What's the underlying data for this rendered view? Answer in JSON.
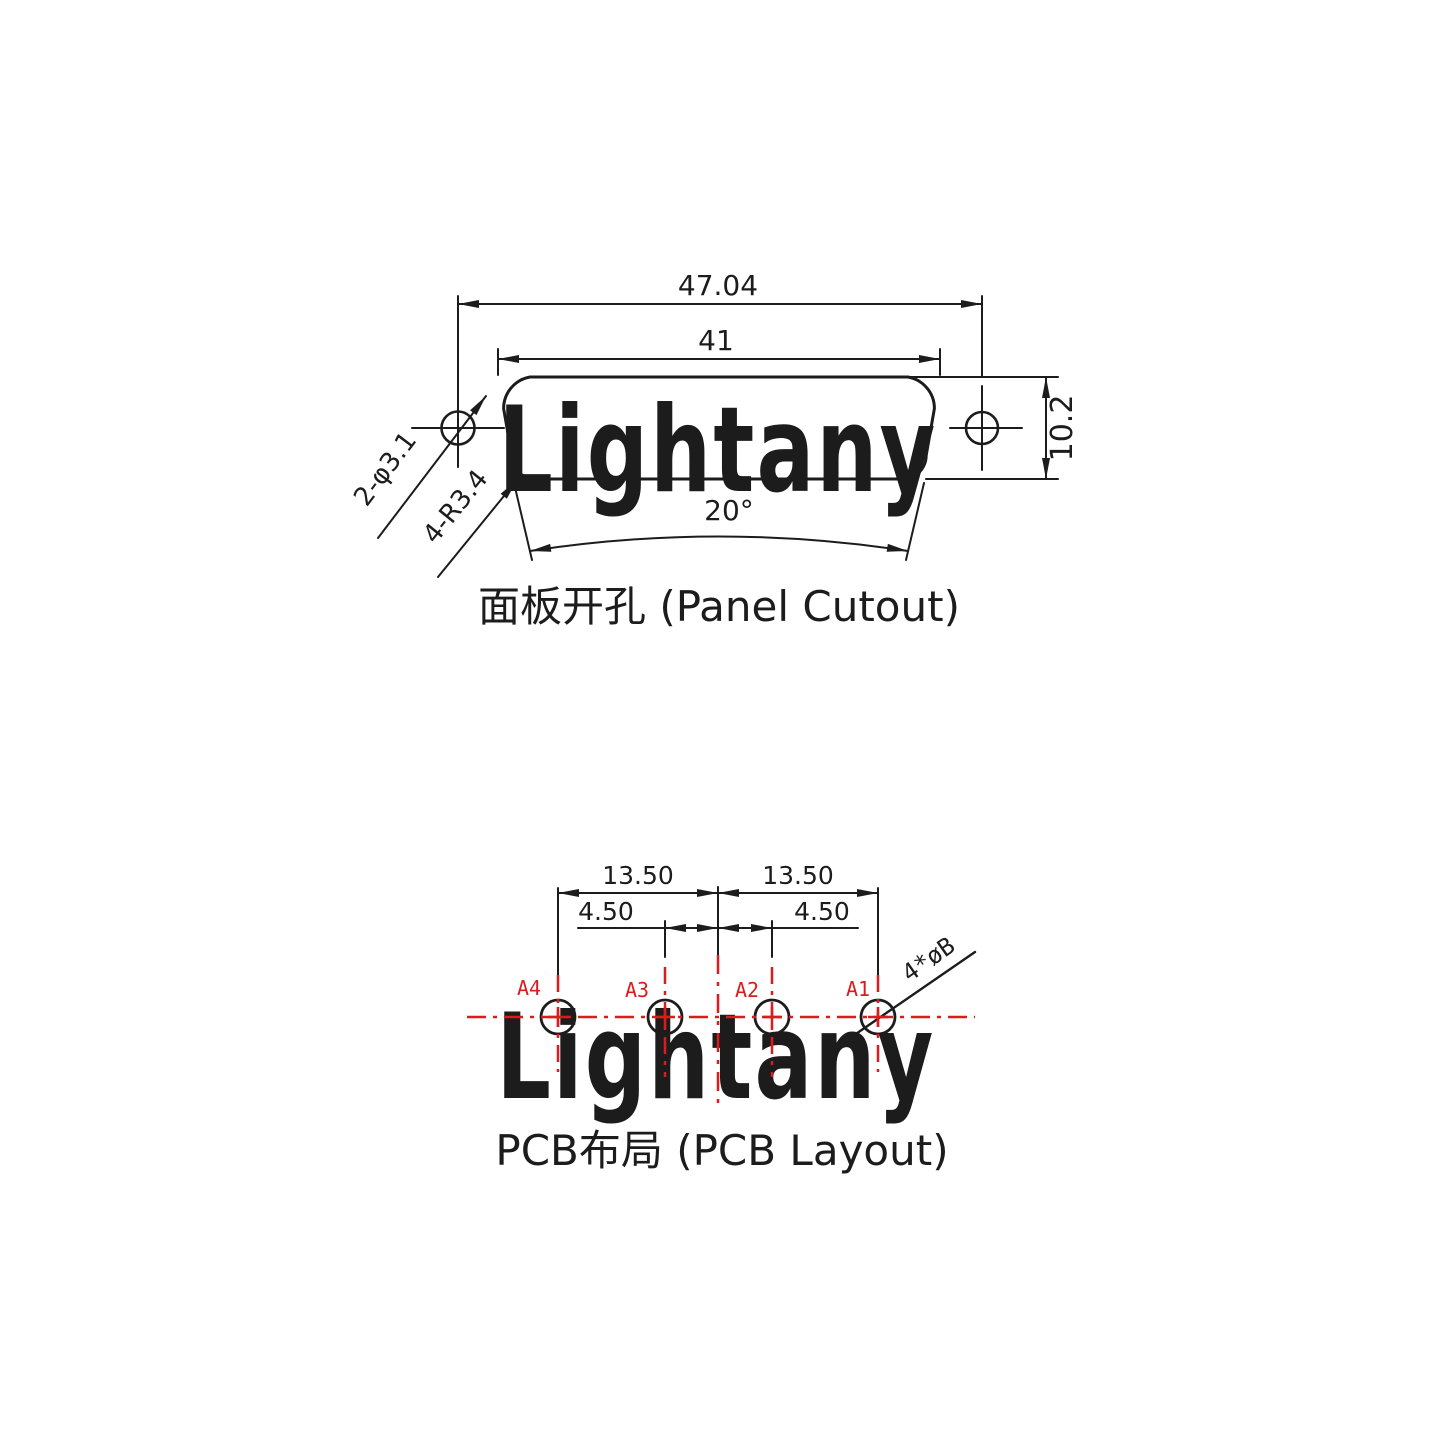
{
  "colors": {
    "line": "#1c1c1c",
    "red": "#da1c1c",
    "watermark_top": "#e4e4e4",
    "watermark_bottom": "#ececec",
    "background": "#ffffff"
  },
  "watermark": {
    "text": "Lightany"
  },
  "panel_cutout": {
    "caption": "面板开孔 (Panel Cutout)",
    "dim_overall_width": "47.04",
    "dim_cutout_width": "41",
    "dim_height": "10.2",
    "dim_angle": "20°",
    "label_mount_holes": "2-φ3.1",
    "label_corner_radius": "4-R3.4"
  },
  "pcb_layout": {
    "caption": "PCB布局 (PCB Layout)",
    "dim_pitch_left": "13.50",
    "dim_pitch_right": "13.50",
    "dim_offset_left": "4.50",
    "dim_offset_right": "4.50",
    "label_hole_diameter": "4*øB",
    "pins": [
      "A4",
      "A3",
      "A2",
      "A1"
    ]
  }
}
